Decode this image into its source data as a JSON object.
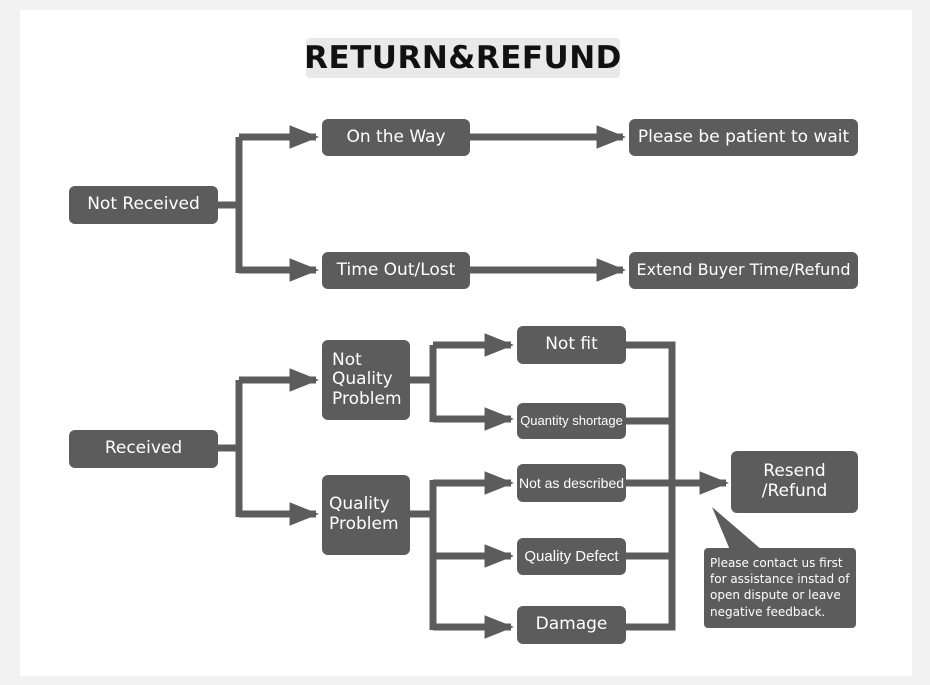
{
  "title": "RETURN&REFUND",
  "nodes": {
    "not_received": "Not Received",
    "on_the_way": "On the Way",
    "patient_wait": "Please be patient to wait",
    "time_out_lost": "Time Out/Lost",
    "extend_time_refund": "Extend Buyer Time/Refund",
    "received": "Received",
    "not_quality_problem": [
      "Not",
      "Quality",
      "Problem"
    ],
    "quality_problem": [
      "Quality",
      "Problem"
    ],
    "not_fit": "Not fit",
    "quantity_shortage": "Quantity shortage",
    "not_as_described": "Not as described",
    "quality_defect": "Quality Defect",
    "damage": "Damage",
    "resend_refund": [
      "Resend",
      "/Refund"
    ]
  },
  "note": "Please contact us first for assistance instad of open dispute or leave negative feedback.",
  "colors": {
    "node_fill": "#5d5c5d",
    "connector": "#5d5c5d",
    "title_bg": "#e9e9e9"
  }
}
